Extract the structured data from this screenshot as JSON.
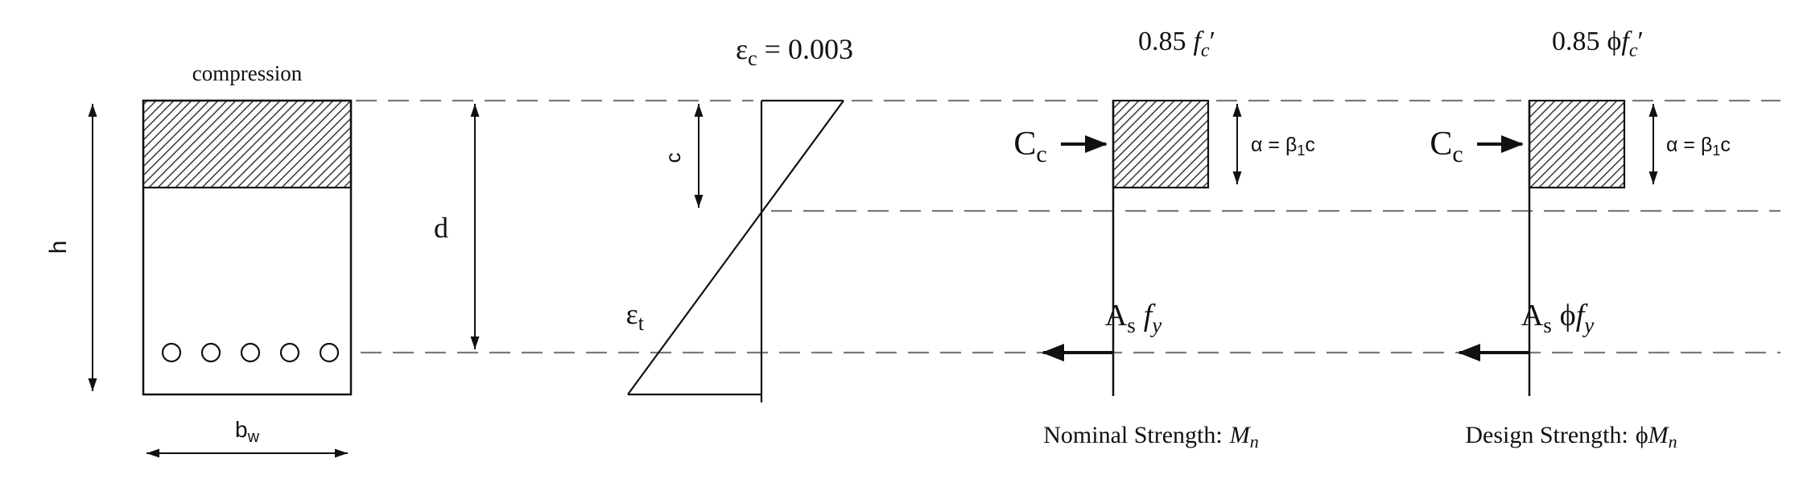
{
  "colors": {
    "ink": "#111111",
    "dashed_line": "#7a7a7a"
  },
  "beam": {
    "compression_label": "compression",
    "height_label": "h",
    "width_label_base": "b",
    "width_label_sub": "w",
    "rebar_count": 5
  },
  "strain": {
    "top_strain_symbol": "ε",
    "top_strain_sub": "c",
    "top_strain_value": "= 0.003",
    "neutral_depth_label": "c",
    "effective_depth_label": "d",
    "bottom_strain_symbol": "ε",
    "bottom_strain_sub": "t"
  },
  "nominal": {
    "stress_value": "0.85",
    "stress_f": "f",
    "stress_f_sub": "c",
    "stress_prime": "′",
    "compression_force_base": "C",
    "compression_force_sub": "c",
    "block_depth_pre": "α = β",
    "block_depth_sub": "1",
    "block_depth_post": "c",
    "tension_a": "A",
    "tension_a_sub": "s",
    "tension_f": "f",
    "tension_f_sub": "y",
    "caption_prefix": "Nominal Strength:",
    "caption_m": "M",
    "caption_m_sub": "n"
  },
  "design": {
    "stress_value": "0.85",
    "stress_phi": "ϕ",
    "stress_f": "f",
    "stress_f_sub": "c",
    "stress_prime": "′",
    "compression_force_base": "C",
    "compression_force_sub": "c",
    "block_depth_pre": "α = β",
    "block_depth_sub": "1",
    "block_depth_post": "c",
    "tension_a": "A",
    "tension_a_sub": "s",
    "tension_phi": "ϕ",
    "tension_f": "f",
    "tension_f_sub": "y",
    "caption_prefix": "Design Strength:",
    "caption_phi": "ϕ",
    "caption_m": "M",
    "caption_m_sub": "n"
  }
}
